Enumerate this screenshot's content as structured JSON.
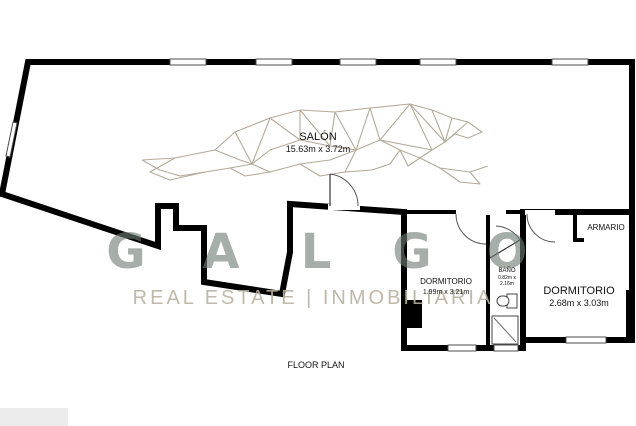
{
  "rooms": {
    "salon": {
      "name": "SALÓN",
      "dims": "15.63m x 3.72m"
    },
    "dormitorio_1": {
      "name": "DORMITORIO",
      "dims": "1.99m x 3.21m"
    },
    "bano": {
      "name": "BAÑO",
      "dims_line1": "0.82m x",
      "dims_line2": "2.16m"
    },
    "dormitorio_2": {
      "name": "DORMITORIO",
      "dims": "2.68m x 3.03m"
    },
    "armario": {
      "name": "ARMARIO"
    }
  },
  "watermark": {
    "letters": [
      "G",
      "A",
      "L",
      "G",
      "O"
    ],
    "tagline": "REAL ESTATE | INMOBILIARIA",
    "logo": "greyhound-logo"
  },
  "footer": {
    "label": "FLOOR PLAN"
  },
  "colors": {
    "walls": "#000000",
    "watermark_letters": "#6e7d72",
    "watermark_tagline": "#b9b1a0",
    "logo_lines": "#b3aa98"
  }
}
